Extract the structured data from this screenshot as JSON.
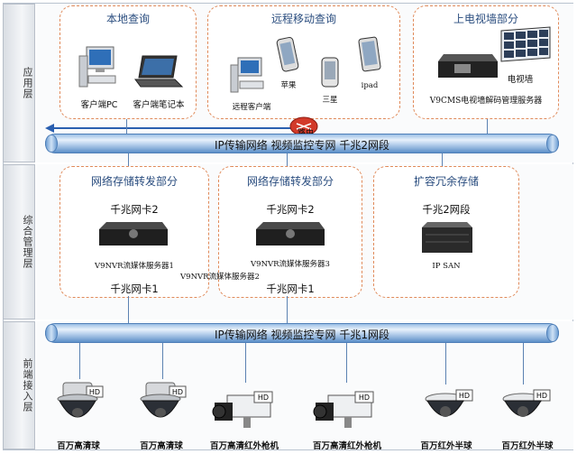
{
  "layers": {
    "app": "应用层",
    "mid": "综合管理层",
    "front": "前端接入层"
  },
  "app": {
    "local": {
      "title": "本地查询",
      "pc": "客户端PC",
      "laptop": "客户端笔记本"
    },
    "remote": {
      "title": "远程移动查询",
      "client": "远程客户端",
      "apple": "苹果",
      "samsung": "三星",
      "ipad": "ipad"
    },
    "tvwall": {
      "title": "上电视墙部分",
      "wall": "电视墙",
      "server": "V9CMS电视墙解码管理服务器"
    }
  },
  "router": "路由",
  "net2": "IP传输网络    视频监控专网  千兆2网段",
  "mid": {
    "storage1": {
      "title": "网络存储转发部分",
      "nic2": "千兆网卡2",
      "server": "V9NVR流媒体服务器1",
      "nic1": "千兆网卡1"
    },
    "storage2": {
      "title": "网络存储转发部分",
      "nic2": "千兆网卡2",
      "server": "V9NVR流媒体服务器3",
      "nic1": "千兆网卡1"
    },
    "server2": "V9NVR流媒体服务器2",
    "redundant": {
      "title": "扩容冗余存储",
      "seg": "千兆2网段",
      "san": "IP SAN"
    }
  },
  "net1": "IP传输网络    视频监控专网  千兆1网段",
  "cameras": [
    "百万高清球",
    "百万高清球",
    "百万高清红外枪机",
    "百万高清红外枪机",
    "百万红外半球",
    "百万红外半球"
  ],
  "colors": {
    "tube": "#7fa8d8",
    "dash": "#e08a5a",
    "title": "#2a4d7f"
  }
}
